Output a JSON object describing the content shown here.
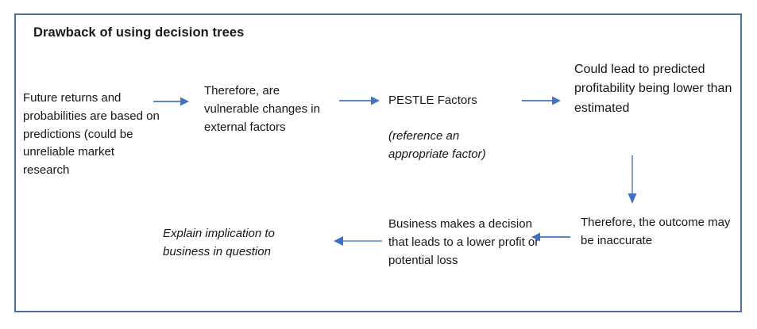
{
  "diagram": {
    "title": "Drawback of using decision trees",
    "accent_color": "#4472c4",
    "border_color": "#4a6fa8",
    "text_color": "#161616",
    "nodes": [
      {
        "id": "predictions",
        "text": "Future returns and probabilities are based on predictions (could be unreliable market research",
        "style": "normal"
      },
      {
        "id": "vulnerable",
        "text": "Therefore, are vulnerable changes in external factors",
        "style": "normal"
      },
      {
        "id": "pestle",
        "text_plain": "PESTLE Factors",
        "text_italic": "(reference an appropriate factor)",
        "style": "mixed"
      },
      {
        "id": "profit",
        "text": "Could lead to predicted profitability being lower than estimated",
        "style": "normal"
      },
      {
        "id": "outcome",
        "text": "Therefore, the outcome may be inaccurate",
        "style": "normal"
      },
      {
        "id": "business",
        "text": "Business makes a decision that leads to a lower profit or potential loss",
        "style": "normal"
      },
      {
        "id": "explain",
        "text": "Explain implication to business in question",
        "style": "italic"
      }
    ],
    "connectors": [
      {
        "id": "predictions-to-vulnerable",
        "direction": "right"
      },
      {
        "id": "vulnerable-to-pestle",
        "direction": "right"
      },
      {
        "id": "pestle-to-profit",
        "direction": "right"
      },
      {
        "id": "profit-to-outcome",
        "direction": "down"
      },
      {
        "id": "outcome-to-business",
        "direction": "left"
      },
      {
        "id": "business-to-explain",
        "direction": "left"
      }
    ]
  }
}
